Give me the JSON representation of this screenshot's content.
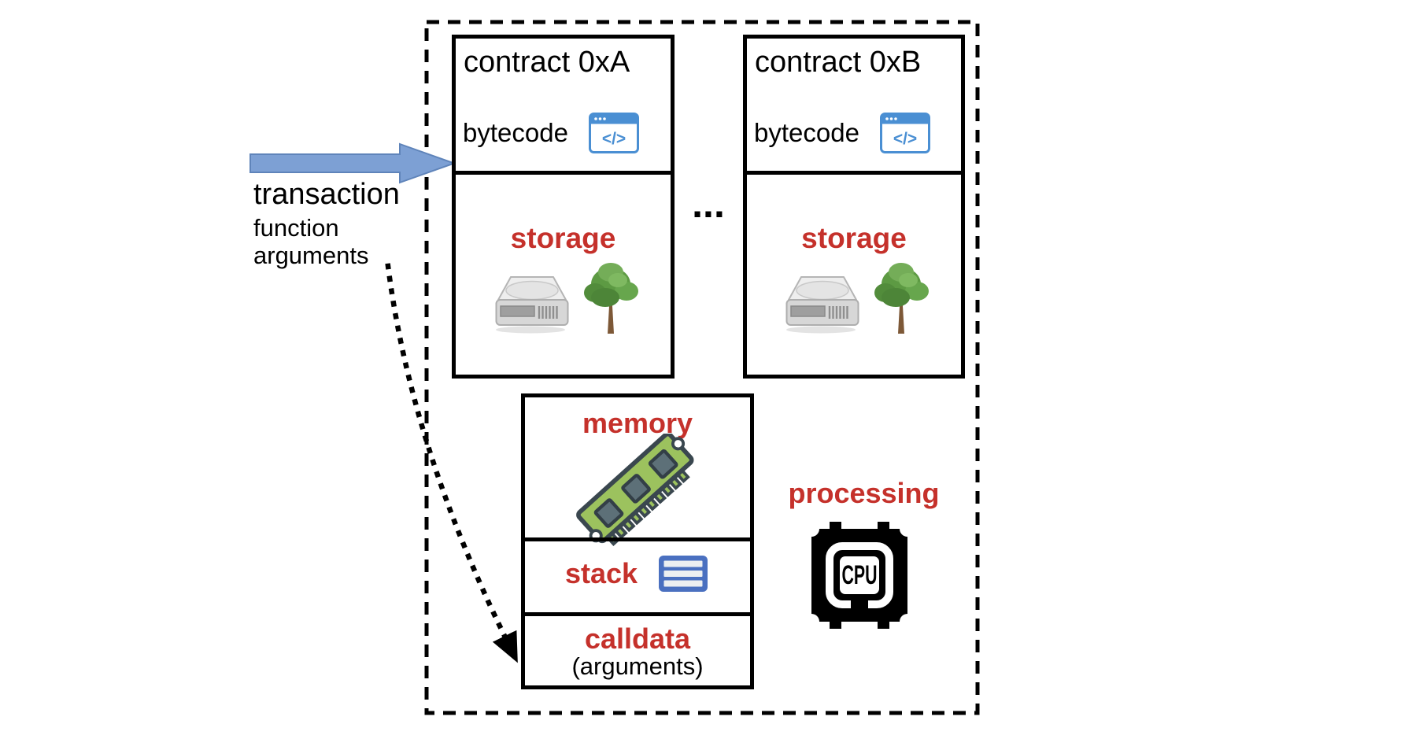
{
  "diagram": {
    "contracts": [
      {
        "title": "contract 0xA",
        "bytecode_label": "bytecode",
        "storage_label": "storage"
      },
      {
        "title": "contract 0xB",
        "bytecode_label": "bytecode",
        "storage_label": "storage"
      }
    ],
    "ellipsis": "...",
    "transaction_label": "transaction",
    "transaction_sub1": "function",
    "transaction_sub2": "arguments",
    "vm": {
      "memory_label": "memory",
      "stack_label": "stack",
      "calldata_label": "calldata",
      "calldata_sub": "(arguments)",
      "processing_label": "processing",
      "cpu_label": "CPU"
    },
    "code_icon_glyph": "</>",
    "colors": {
      "label_red": "#c5312b",
      "arrow_blue": "#7da0d4",
      "arrow_blue_edge": "#5f84ba",
      "code_icon_blue": "#4a8fd3",
      "stack_icon_blue": "#4a70c0"
    }
  }
}
